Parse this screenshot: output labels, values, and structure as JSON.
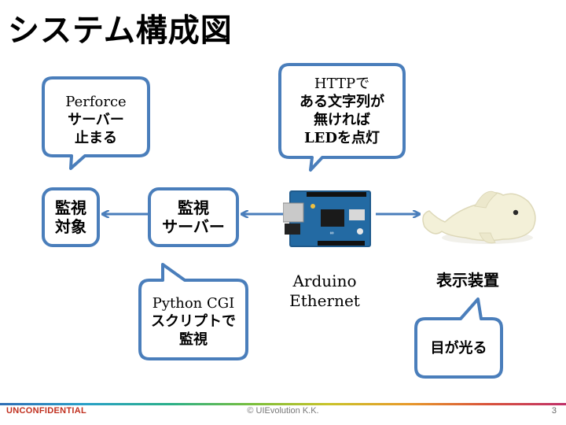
{
  "title": "システム構成図",
  "bubbles": {
    "perforce": [
      "Perforce",
      "サーバー",
      "止まる"
    ],
    "http": [
      "HTTPで",
      "ある文字列が",
      "無ければ",
      "LEDを点灯"
    ],
    "python": [
      "Python CGI",
      "スクリプトで",
      "監視"
    ],
    "light": [
      "目が光る"
    ]
  },
  "nodes": {
    "target": [
      "監視",
      "対象"
    ],
    "server": [
      "監視",
      "サーバー"
    ],
    "arduino": [
      "Arduino",
      "Ethernet"
    ],
    "display": "表示装置"
  },
  "footer": {
    "confidential": "UNCONFIDENTIAL",
    "copyright": "© UIEvolution K.K.",
    "page": "3"
  },
  "colors": {
    "box_border": "#4a7ebb",
    "arrow": "#4a7ebb",
    "footer_red": "#c0301f"
  },
  "icons": {
    "board": "arduino-board-image",
    "display": "dolphin-plush-image"
  }
}
